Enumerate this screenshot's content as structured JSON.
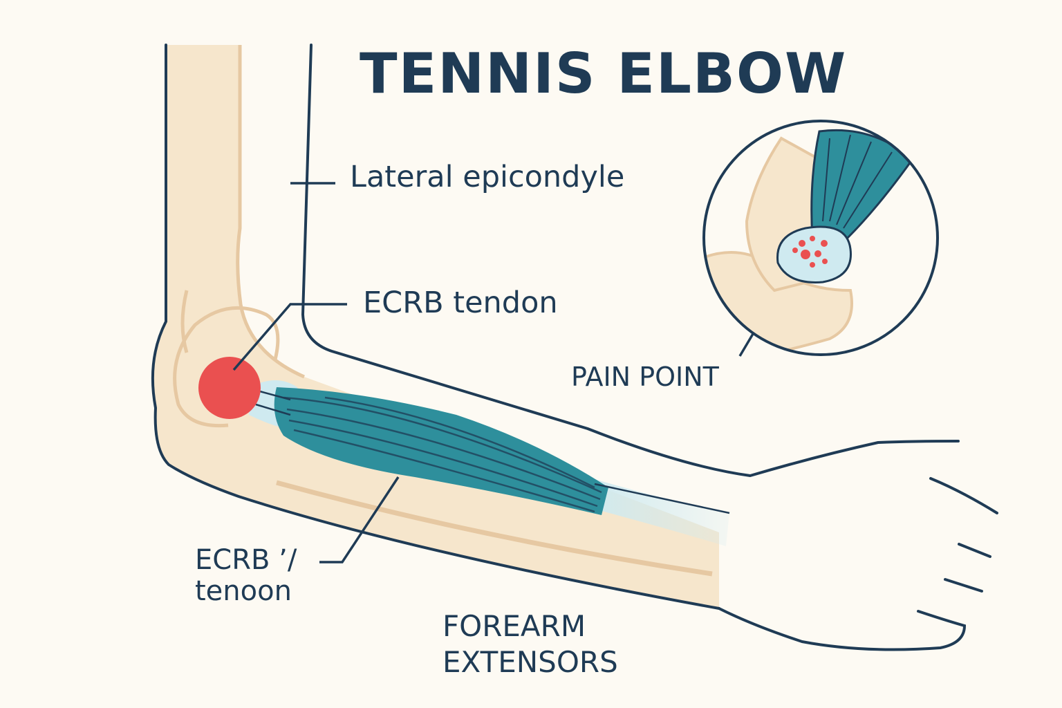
{
  "title": "TENNIS ELBOW",
  "labels": {
    "lateral_epicondyle": "Lateral epicondyle",
    "ecrb_tendon": "ECRB tendon",
    "pain_point": "PAIN POINT",
    "ecrb_tenoon_line1": "ECRB ’/",
    "ecrb_tenoon_line2": "tenoon",
    "forearm": "FOREARM",
    "extensors": "EXTENSORS"
  },
  "colors": {
    "background": "#fdfaf3",
    "skin": "#f6e6cc",
    "skin_line": "#e6c8a2",
    "outline": "#1f3b55",
    "muscle": "#2e8f9c",
    "tendon": "#cfeaf0",
    "pain": "#ea5050"
  }
}
